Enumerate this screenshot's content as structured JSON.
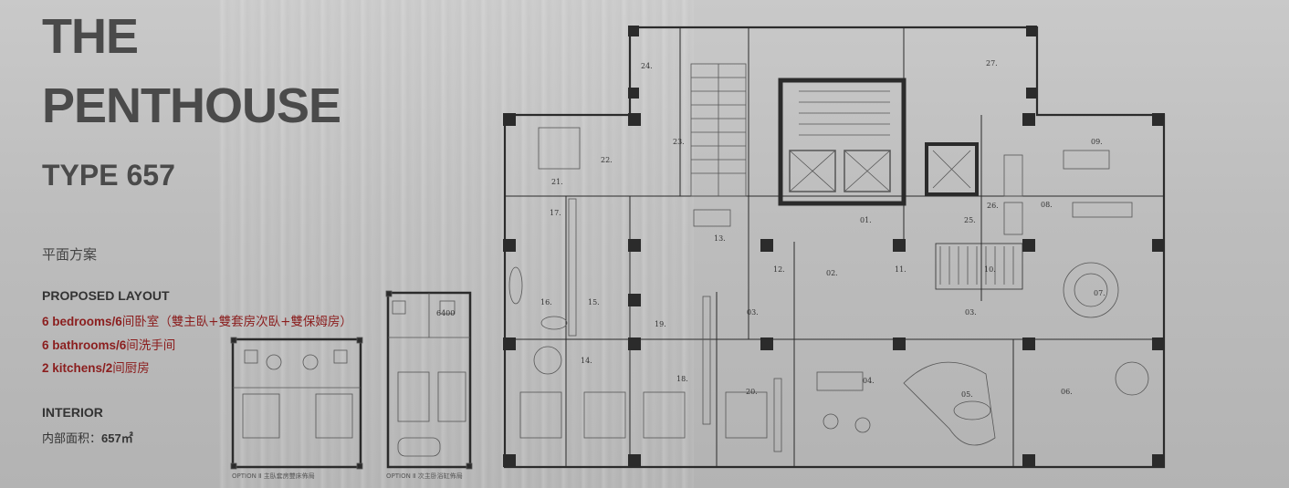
{
  "heading": {
    "line1": "THE",
    "line2": "PENTHOUSE",
    "line3": "TYPE 657"
  },
  "plan_scheme": "平面方案",
  "proposed_layout": {
    "title": "PROPOSED LAYOUT",
    "items": [
      {
        "en": "6 bedrooms/6",
        "cn": "间卧室（雙主臥+雙套房次臥+雙保姆房）"
      },
      {
        "en": "6 bathrooms/6",
        "cn": "间洗手间"
      },
      {
        "en": "2 kitchens/2",
        "cn": "间厨房"
      }
    ]
  },
  "interior": {
    "title": "INTERIOR",
    "area_label": "内部面积：",
    "area_value": "657㎡"
  },
  "options": [
    {
      "caption": "OPTION Ⅱ 主臥套房雙床佈局"
    },
    {
      "caption": "OPTION Ⅱ 次主卧浴缸佈局"
    }
  ],
  "rooms": [
    "01.",
    "02.",
    "03.",
    "03.",
    "04.",
    "05.",
    "06.",
    "07.",
    "08.",
    "09.",
    "10.",
    "11.",
    "12.",
    "13.",
    "14.",
    "15.",
    "16.",
    "17.",
    "18.",
    "19.",
    "20.",
    "21.",
    "22.",
    "23.",
    "24.",
    "25.",
    "26.",
    "27."
  ],
  "dimension_note": "6400",
  "colors": {
    "title": "#4a4a4a",
    "accent": "#8b1e1e",
    "wall": "#2b2b2b",
    "line": "#555555"
  }
}
